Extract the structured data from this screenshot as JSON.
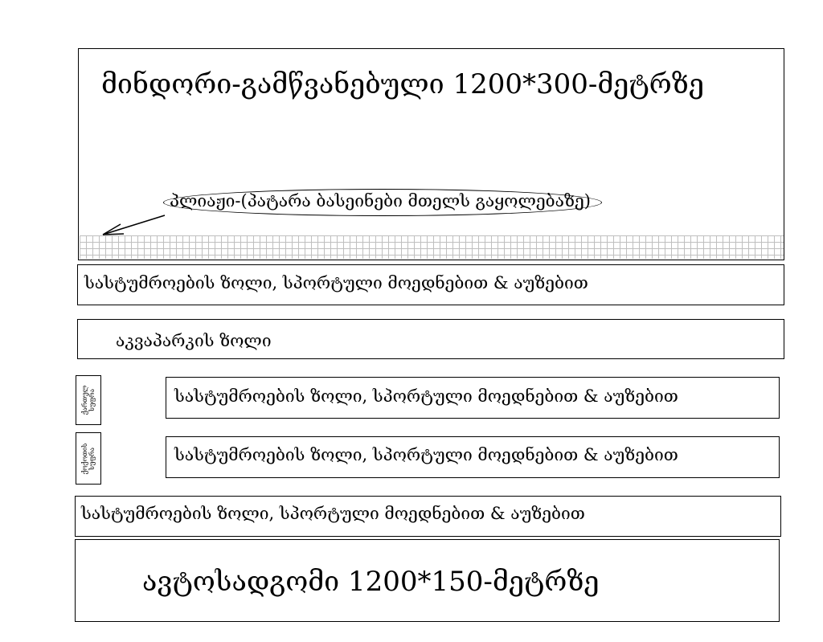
{
  "field": {
    "title": "მინდორი-გამწვანებული 1200*300-მეტრზე",
    "callout": "პლიაჟი-(პატარა ბასეინები მთელს გაყოლებაზე)"
  },
  "bands": {
    "guesthouse_1": "სასტუმროების ზოლი, სპორტული მოედნებით & აუზებით",
    "aquapark": "აკვაპარკის ზოლი",
    "guesthouse_2": "სასტუმროების ზოლი, სპორტული მოედნებით & აუზებით",
    "guesthouse_3": "სასტუმროების ზოლი, სპორტული მოედნებით & აუზებით",
    "guesthouse_4": "სასტუმროების ზოლი, სპორტული მოედნებით & აუზებით"
  },
  "side_labels": {
    "upper": [
      "ქართულ",
      "სუფრა"
    ],
    "lower": [
      "ქოქოთის",
      "სუფრა"
    ]
  },
  "parking": {
    "title": "ავტოსადგომი 1200*150-მეტრზე"
  }
}
